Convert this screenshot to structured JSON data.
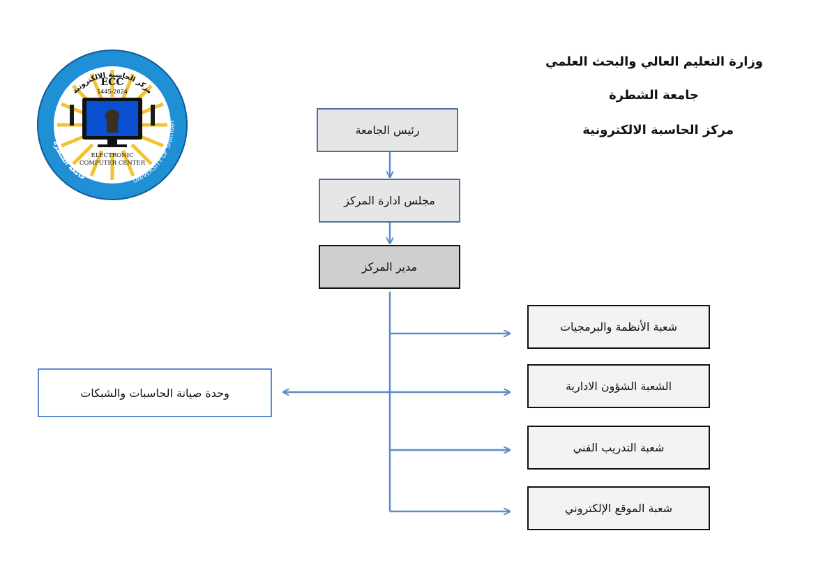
{
  "header": {
    "ministry": "وزارة التعليم العالي والبحث العلمي",
    "university": "جامعة الشطرة",
    "center": "مركز الحاسبة الالكترونية"
  },
  "logo": {
    "abbr": "ECC",
    "years": "1445-2024",
    "line1": "ELECTRONIC",
    "line2": "COMPUTER CENTER",
    "arc_right": "UNIVERSITY OF SHATRAH",
    "arc_top": "مركز الحاسبة الالكترونية",
    "arc_left": "جامعة الشطرة"
  },
  "chart": {
    "president": "رئيس الجامعة",
    "board": "مجلس ادارة المركز",
    "director": "مدير المركز",
    "departments": [
      "شعبة الأنظمة والبرمجيات",
      "الشعبة الشؤون الادارية",
      "شعبة التدريب الفني",
      "شعبة الموقع الإلكتروني"
    ],
    "maintenance_unit": "وحدة صيانة الحاسبات والشبكات"
  },
  "colors": {
    "connector": "#5b8bc9",
    "box_border_blue": "#4f6fa3",
    "logo_blue": "#1f8fd6",
    "logo_yellow": "#f2c230"
  }
}
